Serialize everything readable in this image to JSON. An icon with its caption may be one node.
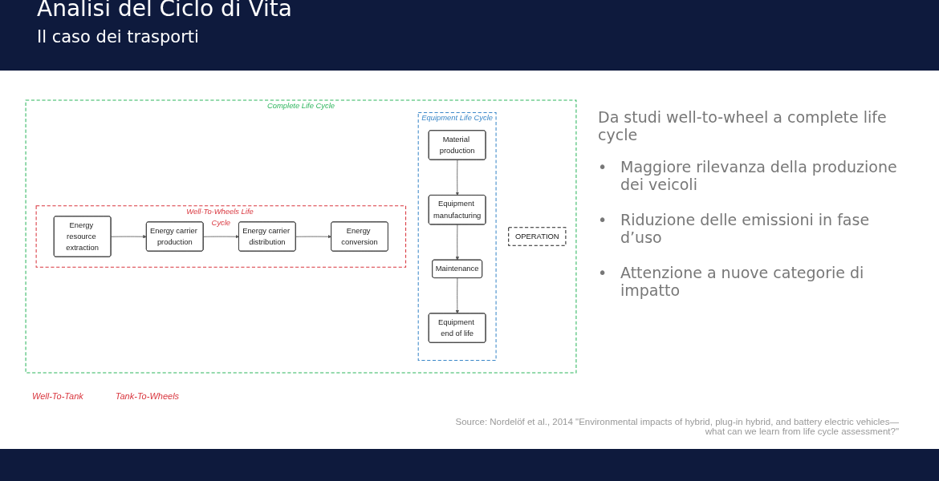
{
  "diagram": {
    "title": "Analisi del Ciclo di Vita",
    "caption": "Source: Nordelöf et al., 2014 \"Environmental impacts of hybrid, plug-in hybrid, and battery electric vehicles—what can we learn from life cycle assessment?\"",
    "nodes": [
      {
        "text": [
          "Complete Life Cycle"
        ]
      },
      {
        "text": [
          "Equipment Life Cycle"
        ],
        "in": 0
      },
      {
        "text": [
          "Material production"
        ],
        "in": 1
      },
      {
        "text": [
          "Equipment manufacturing"
        ],
        "in": 1
      },
      {
        "text": [
          "OPERATION"
        ],
        "in": 0
      },
      {
        "text": [
          "Well-To-Wheels Life Cycle"
        ],
        "in": 0
      },
      {
        "text": [
          "Energy resource extraction"
        ],
        "in": 5
      },
      {
        "text": [
          "Energy carrier production"
        ],
        "in": 5
      },
      {
        "text": [
          "Energy carrier distribution"
        ],
        "in": 5
      },
      {
        "text": [
          "Energy conversion"
        ],
        "in": 5
      },
      {
        "text": [
          "Maintenance"
        ],
        "in": 1
      },
      {
        "text": [
          "Equipment end of life"
        ],
        "in": 1
      }
    ],
    "edges": [
      {
        "from": 6,
        "to": 7,
        "arrow": "to"
      },
      {
        "from": 7,
        "to": 8,
        "arrow": "to"
      },
      {
        "from": 8,
        "to": 9,
        "arrow": "to"
      },
      {
        "from": 2,
        "to": 3,
        "arrow": "to"
      },
      {
        "from": 3,
        "to": 10,
        "arrow": "to"
      },
      {
        "from": 10,
        "to": 11,
        "arrow": "to"
      }
    ],
    "labels": [
      "Il caso dei trasporti",
      "Well-To-Tank",
      "Tank-To-Wheels",
      "Da studi well-to-wheel a complete life cycle",
      "•",
      "Maggiore rilevanza della produzione dei veicoli",
      "•",
      "Riduzione delle emissioni in fase d’uso",
      "•",
      "Attenzione a nuove categorie di impatto"
    ]
  }
}
